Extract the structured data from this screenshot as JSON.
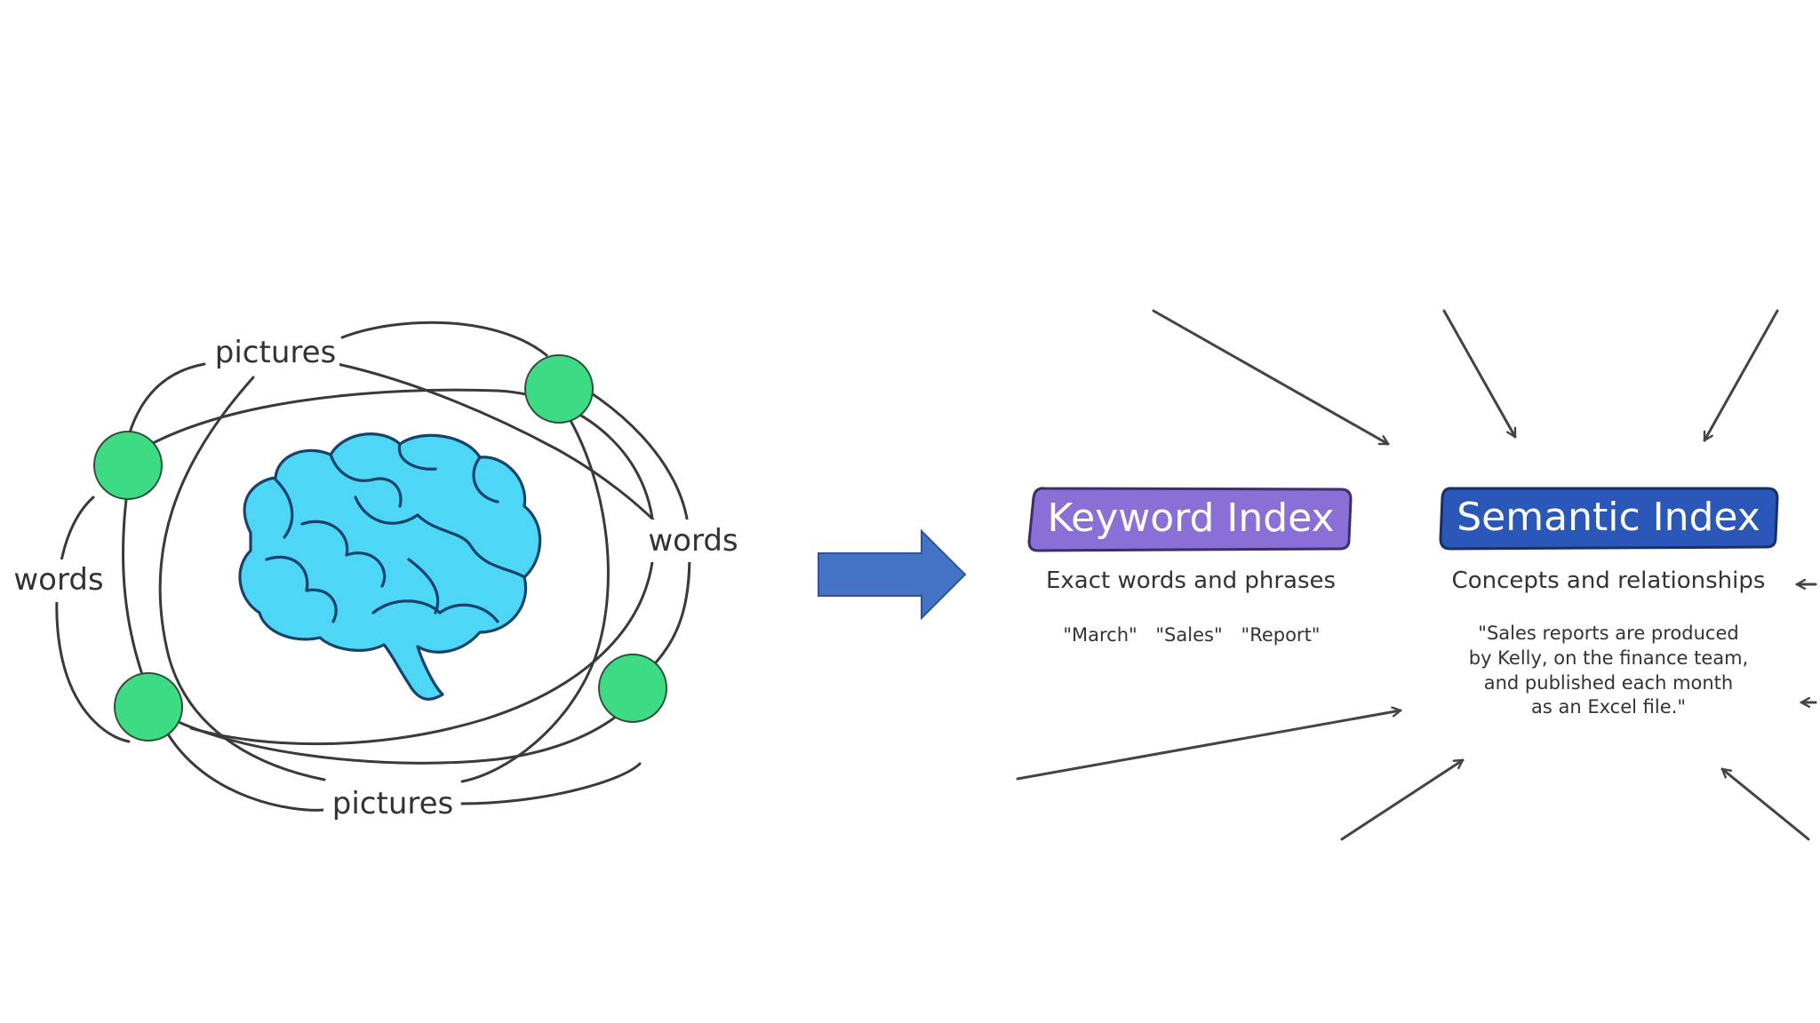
{
  "colors": {
    "node": "#3ddc84",
    "brain": "#4dd6f5",
    "keyword_tag": "#8a6fd6",
    "semantic_tag": "#2b57b8",
    "big_arrow": "#4472c4"
  },
  "icons": {
    "brain": "brain-icon",
    "arrow": "right-arrow-icon"
  },
  "left_diagram": {
    "top_label": "pictures",
    "bottom_label": "pictures",
    "left_label": "words",
    "right_label": "words"
  },
  "keyword_index": {
    "title": "Keyword Index",
    "subtitle": "Exact words and phrases",
    "examples": [
      "\"March\"",
      "\"Sales\"",
      "\"Report\""
    ]
  },
  "semantic_index": {
    "title": "Semantic Index",
    "subtitle": "Concepts and relationships",
    "example_lines": [
      "\"Sales reports are produced",
      "by Kelly, on the finance team,",
      "and published each month",
      "as an Excel file.\""
    ]
  }
}
